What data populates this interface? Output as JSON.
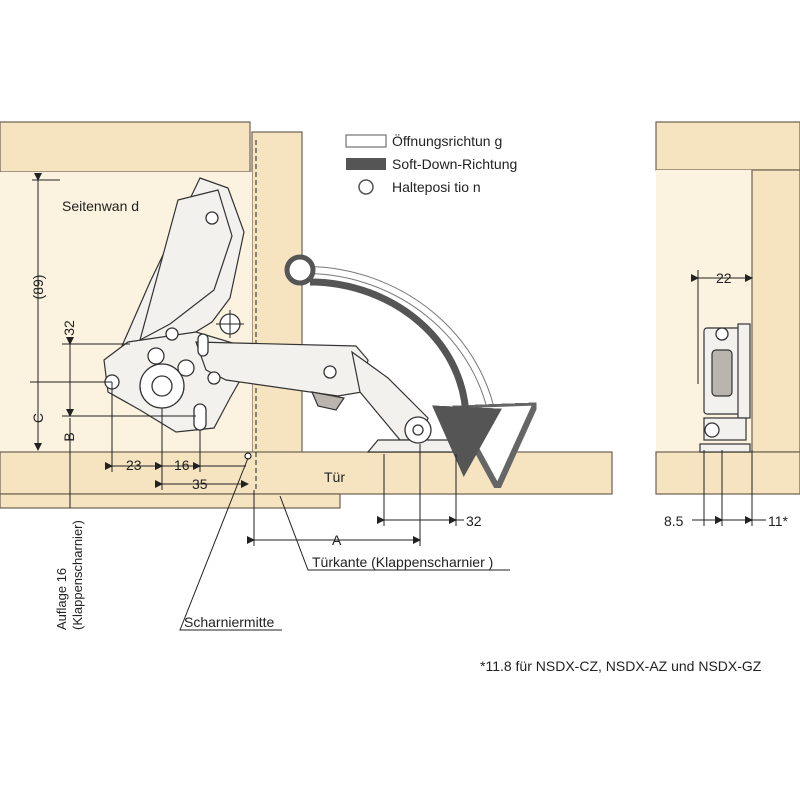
{
  "legend": {
    "opening_direction": "Öffnungsrichtun g",
    "soft_down_direction": "Soft-Down-Richtung",
    "hold_position": "Halteposi tio n"
  },
  "labels": {
    "side_wall": "Seitenwan d",
    "door": "Tür",
    "door_edge": "Türkante (Klappenscharnier )",
    "hinge_center": "Scharniermitte",
    "overlay_line1": "Auflage 16",
    "overlay_line2": "(Klappenscharnier)",
    "footnote": "*11.8 für NSDX-CZ, NSDX-AZ und NSDX-GZ"
  },
  "dimensions": {
    "d89": "(89)",
    "d32_vertical": "32",
    "c": "C",
    "b": "B",
    "d23": "23",
    "d16": "16",
    "d35": "35",
    "a": "A",
    "d32_bottom": "32",
    "d22": "22",
    "d8_5": "8.5",
    "d11": "11*"
  },
  "colors": {
    "wood": "#f6e3c0",
    "arrow_dark": "#555555"
  }
}
